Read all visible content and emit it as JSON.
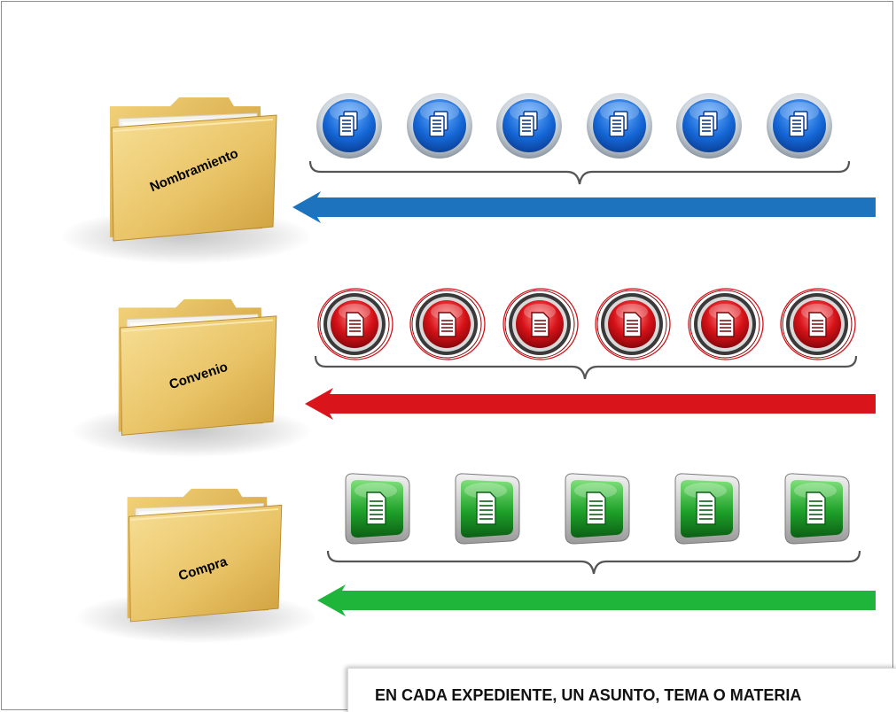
{
  "groups": [
    {
      "folder_label": "Nombramiento",
      "icon_style": "blue-round-document",
      "icon_count": 6,
      "color": "#1e73be",
      "arrow_direction": "left"
    },
    {
      "folder_label": "Convenio",
      "icon_style": "red-round-document",
      "icon_count": 6,
      "color": "#d9141b",
      "arrow_direction": "left"
    },
    {
      "folder_label": "Compra",
      "icon_style": "green-rounded-square-document",
      "icon_count": 5,
      "color": "#1eb53a",
      "arrow_direction": "left"
    }
  ],
  "caption": "EN CADA EXPEDIENTE, UN ASUNTO, TEMA O MATERIA",
  "colors": {
    "folder": "#e2b95b",
    "blue": "#1e73be",
    "red": "#d9141b",
    "green": "#1eb53a"
  }
}
